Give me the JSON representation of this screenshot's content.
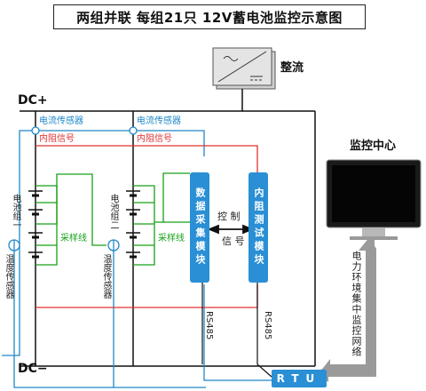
{
  "title": "两组并联  每组21只  12V蓄电池监控示意图",
  "rectifier_label": "整流",
  "monitor_center_label": "监控中心",
  "bus": {
    "positive": "DC+",
    "negative": "DC−"
  },
  "current_sensor_left": "电流传感器",
  "current_sensor_right": "电流传感器",
  "internal_resistance_signal_left": "内阻信号",
  "internal_resistance_signal_right": "内阻信号",
  "battery_group_1": "电池组一",
  "battery_group_2": "电池组二",
  "sampling_line_1": "采样线",
  "sampling_line_2": "采样线",
  "temp_sensor_1": "温度传感器",
  "temp_sensor_2": "温度传感器",
  "data_module": "数据采集模块",
  "ir_module": "内阻测试模块",
  "control_label": "控 制",
  "signal_label": "信 号",
  "rs485_left": "RS485",
  "rs485_right": "RS485",
  "rtu_label": "RTU",
  "network_label": "电力环境集中监控网络",
  "colors": {
    "blue": "#1e88c8",
    "red": "#e03030",
    "green": "#18a018",
    "module": "#2a8fd4",
    "arrow_gray": "#9a9a9a"
  },
  "icons": [
    "rectifier-icon",
    "monitor-icon",
    "battery-cell-icon",
    "current-sensor-icon",
    "temperature-sensor-icon"
  ]
}
